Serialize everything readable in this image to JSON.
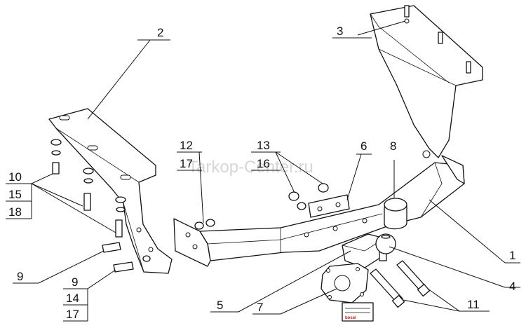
{
  "watermark": "Tarkop-Center.ru",
  "labels": {
    "l1": "1",
    "l2": "2",
    "l3": "3",
    "l4": "4",
    "l5": "5",
    "l6": "6",
    "l7": "7",
    "l8": "8",
    "l11": "11",
    "l10": "10",
    "l15": "15",
    "l18": "18",
    "l9a": "9",
    "l9b": "9",
    "l14": "14",
    "l17a": "17",
    "l12": "12",
    "l17b": "17",
    "l13": "13",
    "l16": "16"
  },
  "plate_brand": "bosal",
  "colors": {
    "line": "#111111",
    "watermark": "#c8c8c8",
    "brand": "#cc2222"
  }
}
